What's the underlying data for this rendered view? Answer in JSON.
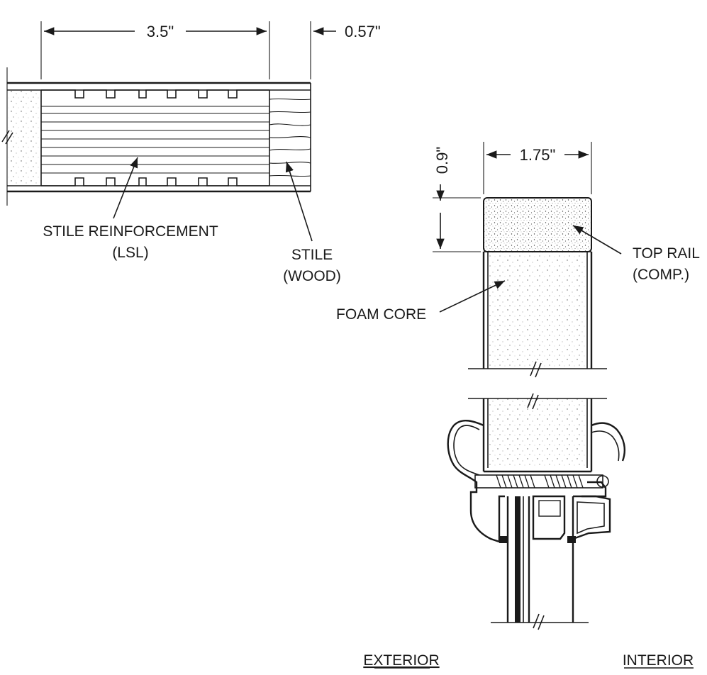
{
  "dimensions": {
    "stile_width": "3.5\"",
    "stile_edge": "0.57\"",
    "door_thickness": "1.75\"",
    "top_rail_height": "0.9\""
  },
  "labels": {
    "stile_reinforcement": [
      "STILE REINFORCEMENT",
      "(LSL)"
    ],
    "stile": [
      "STILE",
      "(WOOD)"
    ],
    "top_rail": [
      "TOP RAIL",
      "(COMP.)"
    ],
    "foam_core": "FOAM CORE",
    "exterior": "EXTERIOR",
    "interior": "INTERIOR"
  },
  "colors": {
    "line": "#1a1a1a",
    "background": "#ffffff"
  }
}
